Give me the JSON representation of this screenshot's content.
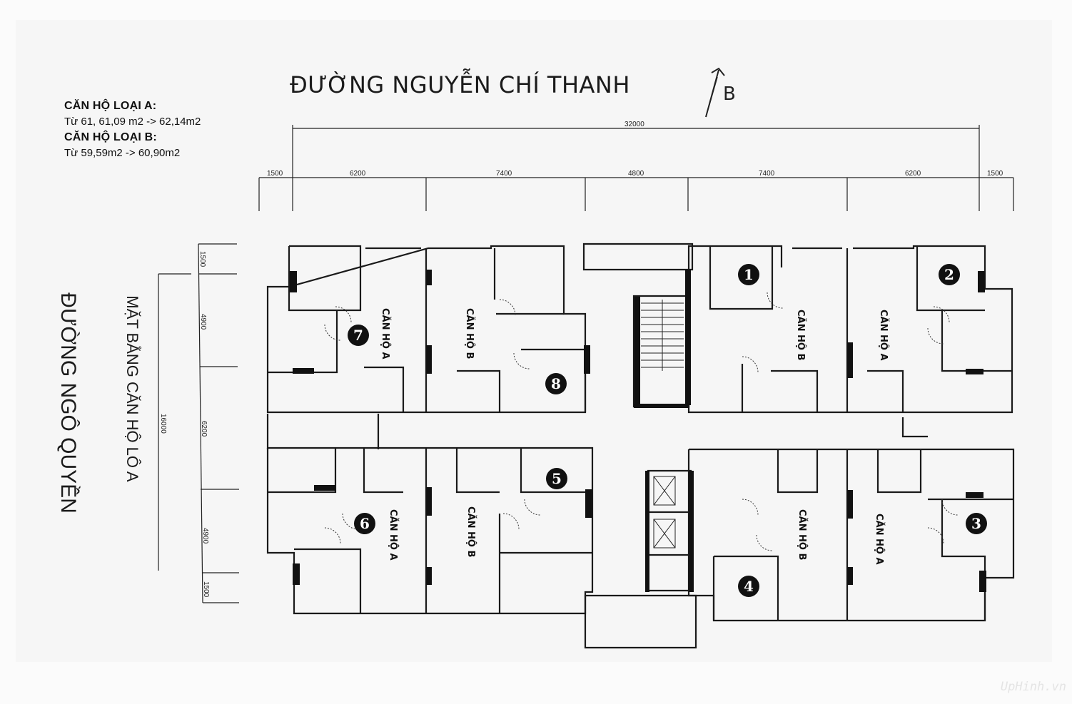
{
  "legend": {
    "type_a_heading": "CĂN HỘ LOẠI A:",
    "type_a_range": "Từ 61, 61,09 m2 -> 62,14m2",
    "type_b_heading": "CĂN HỘ LOẠI B:",
    "type_b_range": "Từ 59,59m2 -> 60,90m2"
  },
  "streets": {
    "top": "ĐƯỜNG NGUYỄN CHÍ THANH",
    "left": "ĐƯỜNG NGÔ QUYỀN"
  },
  "plan_title": "MẶT BẰNG CĂN HỘ LÔ A",
  "north_label": "B",
  "dimensions": {
    "overall_width": "32000",
    "horizontal": [
      "1500",
      "6200",
      "7400",
      "4800",
      "7400",
      "6200",
      "1500"
    ],
    "overall_depth": "16000",
    "vertical": [
      "1500",
      "4900",
      "6200",
      "4900",
      "1500"
    ]
  },
  "units": [
    {
      "number": "1",
      "type": "CĂN HỘ B"
    },
    {
      "number": "2",
      "type": "CĂN HỘ A"
    },
    {
      "number": "3",
      "type": "CĂN HỘ A"
    },
    {
      "number": "4",
      "type": "CĂN HỘ B"
    },
    {
      "number": "5",
      "type": "CĂN HỘ B"
    },
    {
      "number": "6",
      "type": "CĂN HỘ A"
    },
    {
      "number": "7",
      "type": "CĂN HỘ A"
    },
    {
      "number": "8",
      "type": "CĂN HỘ B"
    }
  ],
  "watermark": "UpHinh.vn",
  "colors": {
    "ink": "#1a1a1a",
    "paper": "#fbfbfb",
    "wall_fill": "#111111"
  }
}
